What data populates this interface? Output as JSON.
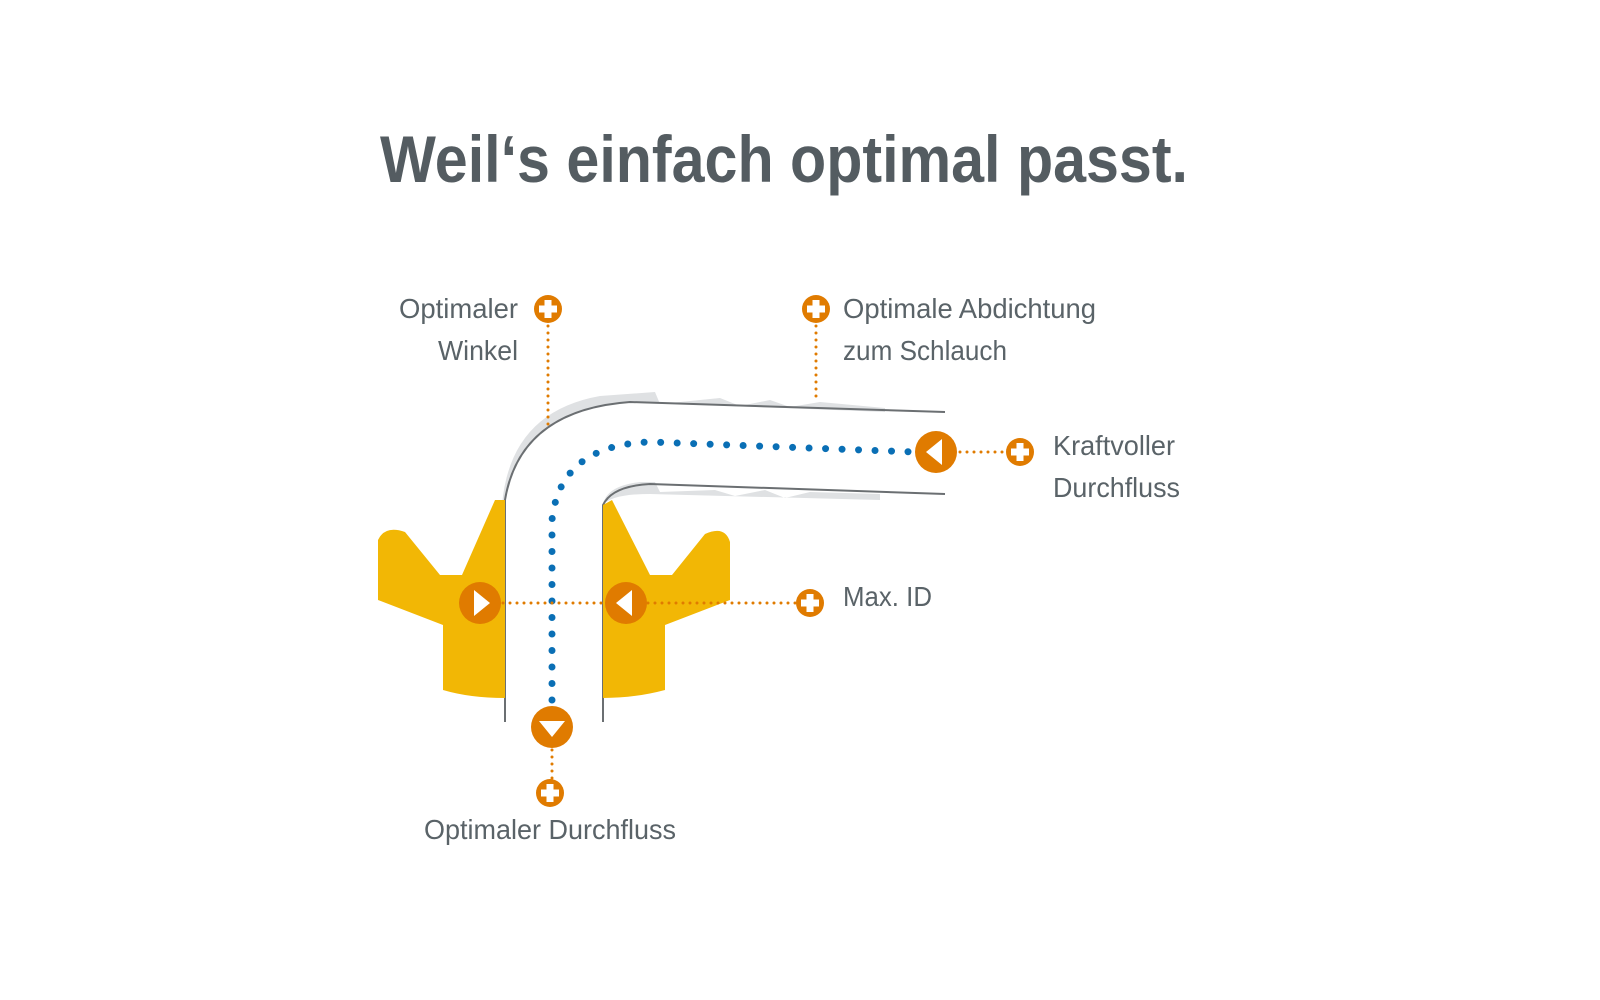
{
  "title": "Weil‘s einfach optimal passt.",
  "colors": {
    "accent": "#e07b00",
    "flow": "#0a6fb5",
    "fitting": "#f2b705",
    "text": "#545c61"
  },
  "labels": {
    "angle": {
      "line1": "Optimaler",
      "line2": "Winkel"
    },
    "seal": {
      "line1": "Optimale Abdichtung",
      "line2": "zum Schlauch"
    },
    "flow_power": {
      "line1": "Kraftvoller",
      "line2": "Durchfluss"
    },
    "max_id": "Max. ID",
    "flow_optimal": "Optimaler Durchfluss"
  },
  "icons": {
    "callout": "plus-icon",
    "marker": "arrow-circle-icon"
  }
}
